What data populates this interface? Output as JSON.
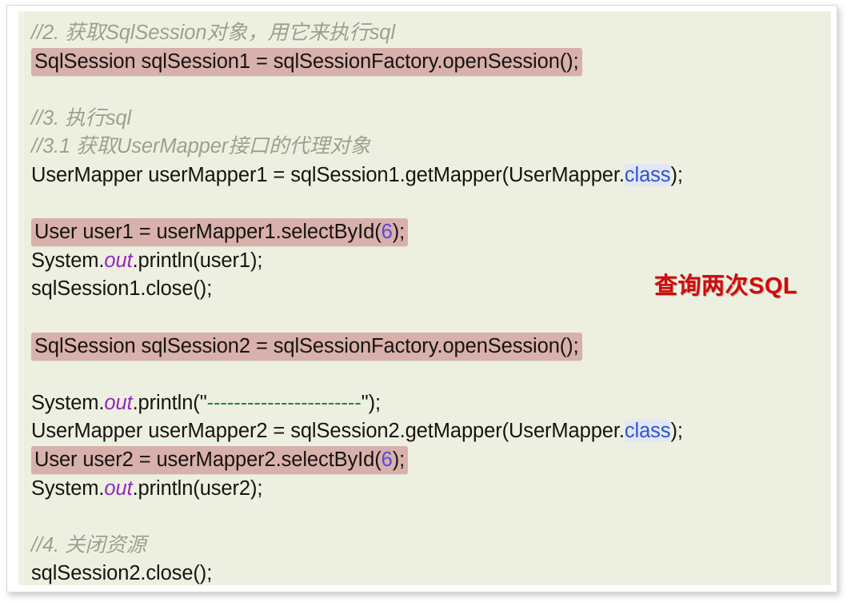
{
  "editor": {
    "background_color": "#edf0e1",
    "highlight_color": "#d8b0ac",
    "comment_color": "#9aa08b",
    "keyword_color": "#2f56c8",
    "field_color": "#9327bd",
    "number_color": "#5a49d6",
    "string_color": "#2e7d4f"
  },
  "annotation": {
    "text": "查询两次SQL",
    "color": "#cc0d0d"
  },
  "code": {
    "lines": [
      {
        "id": "l1",
        "kind": "comment",
        "text": "//2. 获取SqlSession对象，用它来执行sql"
      },
      {
        "id": "l2",
        "kind": "code-highlighted",
        "text": "SqlSession sqlSession1 = sqlSessionFactory.openSession();"
      },
      {
        "id": "l3",
        "kind": "blank",
        "text": ""
      },
      {
        "id": "l4",
        "kind": "comment",
        "text": "//3. 执行sql"
      },
      {
        "id": "l5",
        "kind": "comment",
        "text": "//3.1 获取UserMapper接口的代理对象"
      },
      {
        "id": "l6",
        "kind": "code",
        "text": "UserMapper userMapper1 = sqlSession1.getMapper(UserMapper.class);",
        "pre": "UserMapper userMapper1 = sqlSession1.getMapper(UserMapper.",
        "kw": "class",
        "post": ");"
      },
      {
        "id": "l7",
        "kind": "blank",
        "text": ""
      },
      {
        "id": "l8",
        "kind": "code-highlighted",
        "text": "User user1 = userMapper1.selectById(6);",
        "pre": "User user1 = userMapper1.selectById(",
        "num": "6",
        "post": ");"
      },
      {
        "id": "l9",
        "kind": "code",
        "text": "System.out.println(user1);",
        "pre": "System.",
        "field": "out",
        "post": ".println(user1);"
      },
      {
        "id": "l10",
        "kind": "code",
        "text": "sqlSession1.close();"
      },
      {
        "id": "l11",
        "kind": "blank",
        "text": ""
      },
      {
        "id": "l12",
        "kind": "code-highlighted",
        "text": "SqlSession sqlSession2 = sqlSessionFactory.openSession();"
      },
      {
        "id": "l13",
        "kind": "blank",
        "text": ""
      },
      {
        "id": "l14",
        "kind": "code",
        "text": "System.out.println(\"-----------------------\");",
        "pre": "System.",
        "field": "out",
        "mid": ".println(\"",
        "str": "-----------------------",
        "post": "\");"
      },
      {
        "id": "l15",
        "kind": "code",
        "text": "UserMapper userMapper2 = sqlSession2.getMapper(UserMapper.class);",
        "pre": "UserMapper userMapper2 = sqlSession2.getMapper(UserMapper.",
        "kw": "class",
        "post": ");"
      },
      {
        "id": "l16",
        "kind": "code-highlighted",
        "text": "User user2 = userMapper2.selectById(6);",
        "pre": "User user2 = userMapper2.selectById(",
        "num": "6",
        "post": ");"
      },
      {
        "id": "l17",
        "kind": "code",
        "text": "System.out.println(user2);",
        "pre": "System.",
        "field": "out",
        "post": ".println(user2);"
      },
      {
        "id": "l18",
        "kind": "blank",
        "text": ""
      },
      {
        "id": "l19",
        "kind": "comment",
        "text": "//4. 关闭资源"
      },
      {
        "id": "l20",
        "kind": "code",
        "text": "sqlSession2.close();"
      }
    ]
  }
}
